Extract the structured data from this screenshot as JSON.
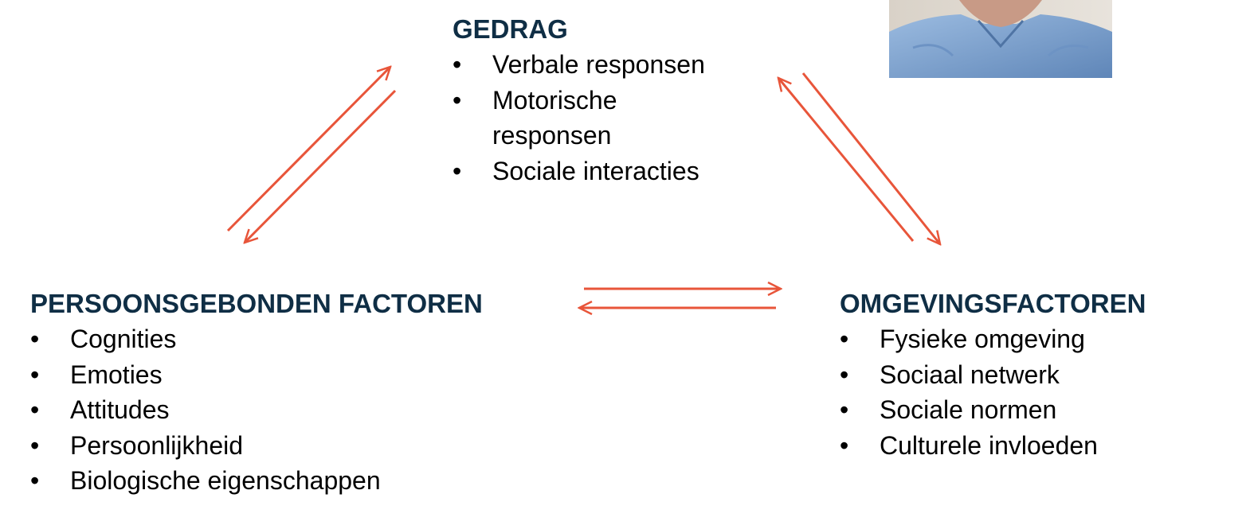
{
  "diagram": {
    "gedrag": {
      "title": "GEDRAG",
      "items": [
        "Verbale responsen",
        "Motorische responsen",
        "Sociale interacties"
      ]
    },
    "persoonsgebonden": {
      "title": "PERSOONSGEBONDEN FACTOREN",
      "items": [
        "Cognities",
        "Emoties",
        "Attitudes",
        "Persoonlijkheid",
        "Biologische eigenschappen"
      ]
    },
    "omgeving": {
      "title": "OMGEVINGSFACTOREN",
      "items": [
        "Fysieke omgeving",
        "Sociaal netwerk",
        "Sociale normen",
        "Culturele invloeden"
      ]
    },
    "bullet_glyph": "•",
    "arrow_color": "#e8553a",
    "heading_color": "#0f2e45"
  },
  "photo": {
    "icon": "person-photo-icon",
    "shirt_color": "#7a9fc9",
    "skin_color": "#c89a86"
  }
}
